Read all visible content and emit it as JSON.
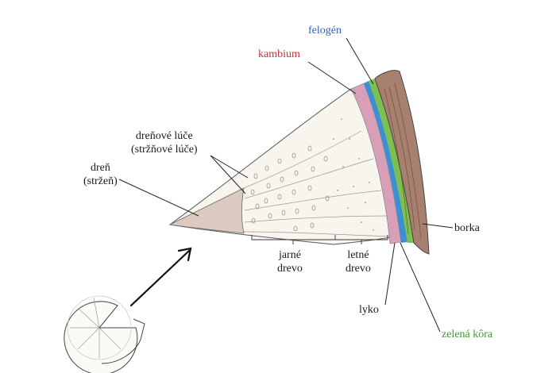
{
  "labels": {
    "felogen": "felogén",
    "kambium": "kambium",
    "drenove_luce_line1": "dreňové lúče",
    "drenove_luce_line2": "(stržňové lúče)",
    "dren_line1": "dreň",
    "dren_line2": "(stržeň)",
    "borka": "borka",
    "jarne_drevo_line1": "jarné",
    "jarne_drevo_line2": "drevo",
    "letne_drevo_line1": "letné",
    "letne_drevo_line2": "drevo",
    "lyko": "lyko",
    "zelena_kora": "zelená kôra"
  },
  "colors": {
    "felogen": "#2a62b8",
    "kambium": "#c8303c",
    "zelena_kora": "#3a9a2a",
    "text": "#1a1a1a",
    "borka": "#7a5040",
    "bast": "#d8a0b8",
    "cortex": "#7cc050",
    "phellogen_band": "#3a90d0",
    "pith": "#dccac0",
    "wood": "#f7f5ee",
    "ink": "#555555"
  },
  "icons": {
    "arrow": "arrow-icon",
    "log_section": "log-cross-section-icon"
  }
}
